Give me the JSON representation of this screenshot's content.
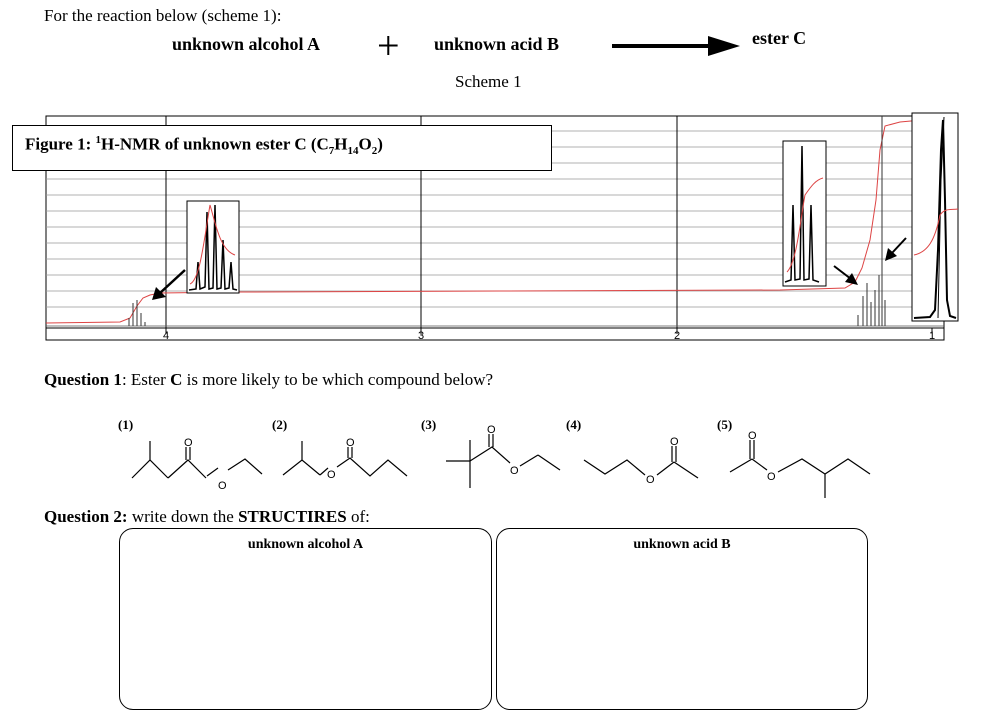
{
  "intro": "For the reaction below (scheme 1):",
  "scheme": {
    "reactant_a": "unknown alcohol A",
    "plus": "+",
    "reactant_b": "unknown acid B",
    "product": "ester C",
    "caption": "Scheme 1"
  },
  "figure": {
    "caption_prefix": "Figure 1: ",
    "caption_sup": "1",
    "caption_main": "H-NMR of unknown ester C (C",
    "sub7": "7",
    "h": "H",
    "sub14": "14",
    "o": "O",
    "sub2": "2",
    "close": ")",
    "axis_ticks": [
      "4",
      "3",
      "2",
      "1"
    ]
  },
  "question1": {
    "label": "Question 1",
    "text_before": ": Ester ",
    "bold_c": "C",
    "text_after": " is more likely to be which compound below?",
    "options": [
      "(1)",
      "(2)",
      "(3)",
      "(4)",
      "(5)"
    ],
    "atom_o": "O"
  },
  "question2": {
    "label": "Question 2:",
    "text_before": " write down the ",
    "bold_word": "STRUCTIRES",
    "text_after": " of:",
    "box_a": "unknown alcohol A",
    "box_b": "unknown acid B"
  }
}
